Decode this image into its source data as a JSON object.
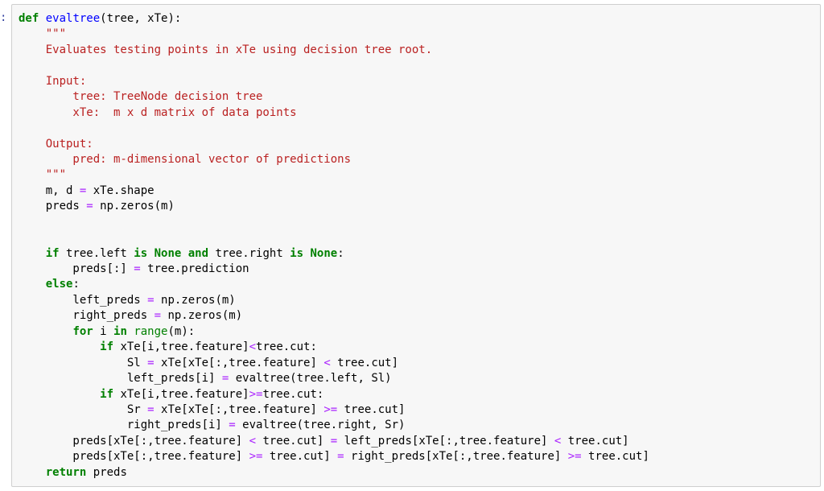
{
  "prompt": ":",
  "code": {
    "l01": {
      "kw": "def",
      "fn": "evaltree",
      "rest": "(tree, xTe):"
    },
    "l02": "    \"\"\"",
    "l03": "    Evaluates testing points in xTe using decision tree root.",
    "l04": "",
    "l05": "    Input:",
    "l06": "        tree: TreeNode decision tree",
    "l07": "        xTe:  m x d matrix of data points",
    "l08": "",
    "l09": "    Output:",
    "l10": "        pred: m-dimensional vector of predictions",
    "l11": "    \"\"\"",
    "l12": {
      "a": "    m, d ",
      "op": "=",
      "b": " xTe.shape"
    },
    "l13": {
      "a": "    preds ",
      "op": "=",
      "b": " np.zeros(m)"
    },
    "l14": "",
    "l15": "",
    "l16": {
      "kw1": "if",
      "a": " tree.left ",
      "kw2": "is",
      "kw3": "None",
      "kw4": "and",
      "b": " tree.right ",
      "kw5": "is",
      "kw6": "None",
      "c": ":"
    },
    "l17": {
      "a": "        preds[:] ",
      "op": "=",
      "b": " tree.prediction"
    },
    "l18": {
      "kw": "else",
      "c": ":"
    },
    "l19": {
      "a": "        left_preds ",
      "op": "=",
      "b": " np.zeros(m)"
    },
    "l20": {
      "a": "        right_preds ",
      "op": "=",
      "b": " np.zeros(m)"
    },
    "l21": {
      "kw1": "for",
      "a": " i ",
      "kw2": "in",
      "bi": "range",
      "b": "(m):"
    },
    "l22": {
      "kw": "if",
      "a": " xTe[i,tree.feature]",
      "op": "<",
      "b": "tree.cut:"
    },
    "l23": {
      "a": "                Sl ",
      "op1": "=",
      "b": " xTe[xTe[:,tree.feature] ",
      "op2": "<",
      "c": " tree.cut]"
    },
    "l24": {
      "a": "                left_preds[i] ",
      "op": "=",
      "b": " evaltree(tree.left, Sl)"
    },
    "l25": {
      "kw": "if",
      "a": " xTe[i,tree.feature]",
      "op": ">=",
      "b": "tree.cut:"
    },
    "l26": {
      "a": "                Sr ",
      "op1": "=",
      "b": " xTe[xTe[:,tree.feature] ",
      "op2": ">=",
      "c": " tree.cut]"
    },
    "l27": {
      "a": "                right_preds[i] ",
      "op": "=",
      "b": " evaltree(tree.right, Sr)"
    },
    "l28": {
      "a": "        preds[xTe[:,tree.feature] ",
      "op1": "<",
      "b": " tree.cut] ",
      "op2": "=",
      "c": " left_preds[xTe[:,tree.feature] ",
      "op3": "<",
      "d": " tree.cut]"
    },
    "l29": {
      "a": "        preds[xTe[:,tree.feature] ",
      "op1": ">=",
      "b": " tree.cut] ",
      "op2": "=",
      "c": " right_preds[xTe[:,tree.feature] ",
      "op3": ">=",
      "d": " tree.cut]"
    },
    "l30": {
      "kw": "return",
      "a": " preds"
    }
  }
}
